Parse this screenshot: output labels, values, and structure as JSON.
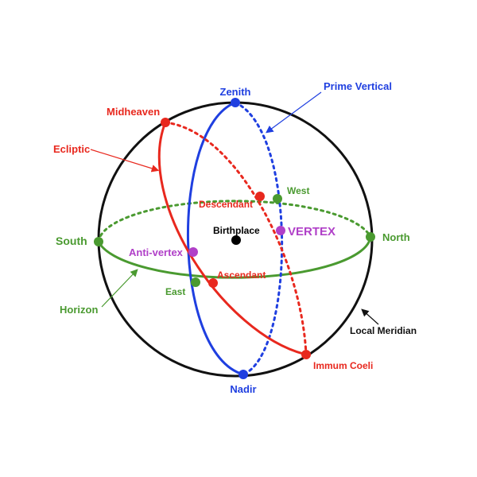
{
  "colors": {
    "meridian": "#111111",
    "prime_vertical": "#1f3fe0",
    "ecliptic": "#e8281e",
    "horizon": "#4a9a30",
    "vertex": "#b040c8",
    "center": "#000000"
  },
  "labels": {
    "zenith": "Zenith",
    "prime_vertical": "Prime Vertical",
    "midheaven": "Midheaven",
    "ecliptic": "Ecliptic",
    "west": "West",
    "descendant": "Descendant",
    "birthplace": "Birthplace",
    "vertex": "VERTEX",
    "south": "South",
    "north": "North",
    "anti_vertex": "Anti-vertex",
    "ascendant": "Ascendant",
    "east": "East",
    "horizon": "Horizon",
    "local_meridian": "Local Meridian",
    "immum_coeli": "Immum Coeli",
    "nadir": "Nadir"
  }
}
